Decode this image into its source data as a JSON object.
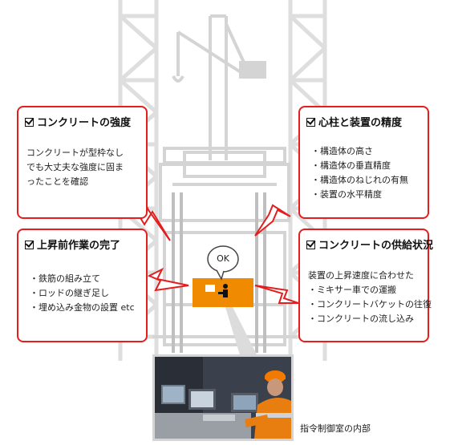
{
  "callouts": [
    {
      "id": "strength",
      "title": "コンクリートの強度",
      "lines": [
        "コンクリートが型枠なし",
        "でも大丈夫な強度に固ま",
        "ったことを確認"
      ]
    },
    {
      "id": "precision",
      "title": "心柱と装置の精度",
      "lines": [
        "・構造体の高さ",
        "・構造体の垂直精度",
        "・構造体のねじれの有無",
        "・装置の水平精度"
      ]
    },
    {
      "id": "pre-lift",
      "title": "上昇前作業の完了",
      "lines": [
        "・鉄筋の組み立て",
        "・ロッドの継ぎ足し",
        "・埋め込み金物の設置 etc"
      ]
    },
    {
      "id": "supply",
      "title": "コンクリートの供給状況",
      "lines": [
        "装置の上昇速度に合わせた",
        "・ミキサー車での運搬",
        "・コンクリートバケットの往復",
        "・コンクリートの流し込み"
      ]
    }
  ],
  "ok_label": "OK",
  "photo_caption": "指令制御室の内部",
  "colors": {
    "accent": "#e41e1e",
    "control_room": "#f08a00",
    "structure": "#d9d9d9"
  }
}
